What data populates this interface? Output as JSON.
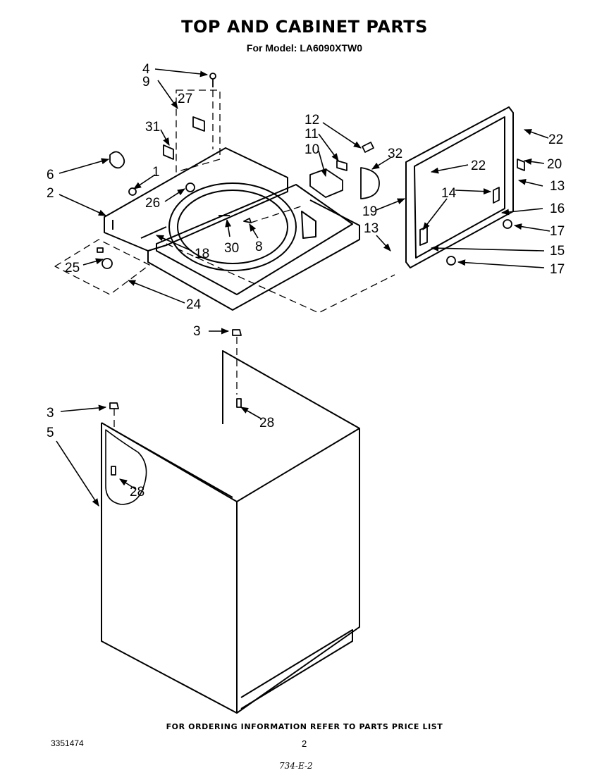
{
  "title": "TOP AND CABINET PARTS",
  "subtitle": "For Model: LA6090XTW0",
  "callouts": [
    "4",
    "9",
    "27",
    "31",
    "6",
    "1",
    "2",
    "26",
    "25",
    "24",
    "18",
    "30",
    "8",
    "12",
    "11",
    "10",
    "32",
    "22",
    "20",
    "13",
    "14",
    "16",
    "17",
    "15",
    "19",
    "3",
    "28",
    "5"
  ],
  "footer": {
    "ordering_note": "FOR ORDERING INFORMATION REFER TO PARTS PRICE LIST",
    "doc_number": "3351474",
    "page_number": "2",
    "hand_code": "734-E-2"
  }
}
